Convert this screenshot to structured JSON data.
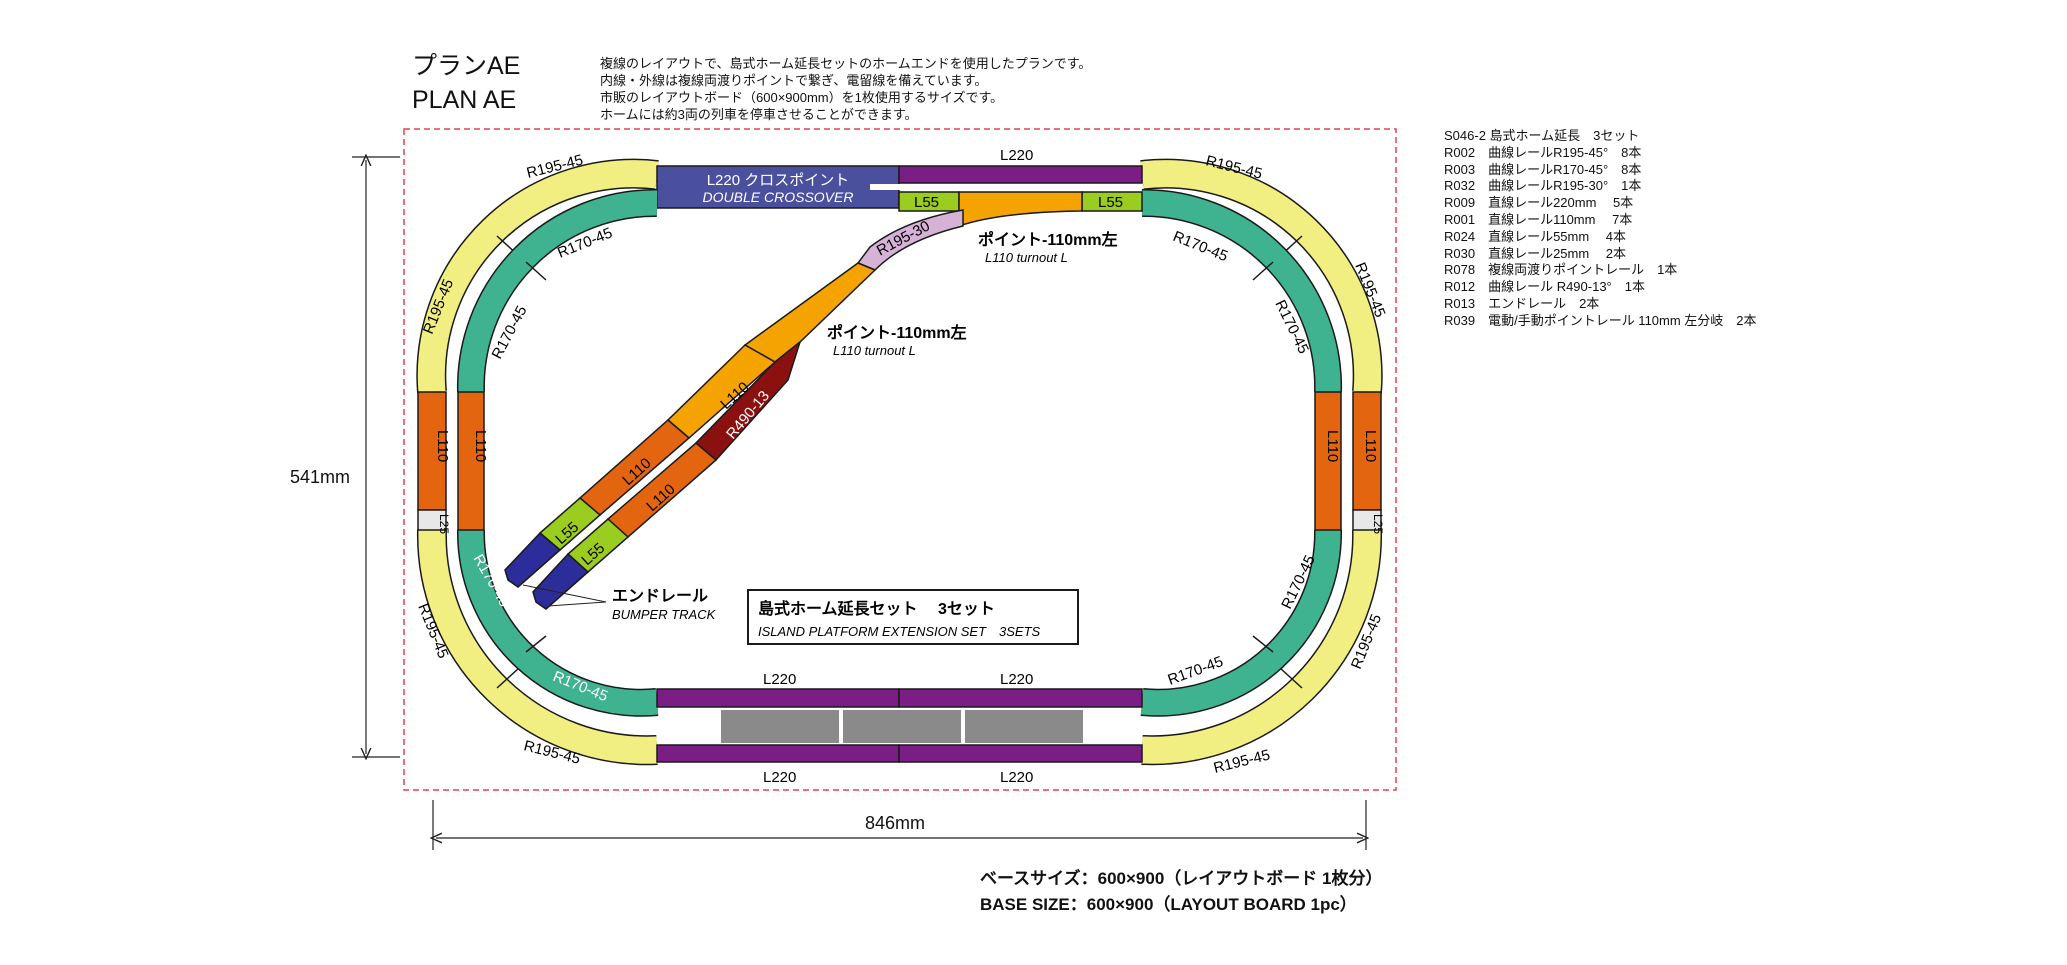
{
  "title": {
    "jp": "プランAE",
    "en": "PLAN  AE"
  },
  "description": [
    "複線のレイアウトで、島式ホーム延長セットのホームエンドを使用したプランです。",
    "内線・外線は複線両渡りポイントで繋ぎ、電留線を備えています。",
    "市販のレイアウトボード（600×900mm）を1枚使用するサイズです。",
    "ホームには約3両の列車を停車させることができます。"
  ],
  "parts_list": [
    "S046-2 島式ホーム延長　3セット",
    "R002　曲線レールR195-45°　8本",
    "R003　曲線レールR170-45°　8本",
    "R032　曲線レールR195-30°　1本",
    "R009　直線レール220mm　 5本",
    "R001　直線レール110mm　 7本",
    "R024　直線レール55mm　 4本",
    "R030　直線レール25mm　 2本",
    "R078　複線両渡りポイントレール　1本",
    "R012　曲線レール R490-13°　1本",
    "R013　エンドレール　2本",
    "R039　電動/手動ポイントレール 110mm 左分岐　2本"
  ],
  "dimensions": {
    "height": "541mm",
    "width": "846mm"
  },
  "base_size": {
    "jp": "ベースサイズ：600×900（レイアウトボード 1枚分）",
    "en": "BASE SIZE：600×900（LAYOUT BOARD 1pc）"
  },
  "labels": {
    "crossover_jp": "L220 クロスポイント",
    "crossover_en": "DOUBLE CROSSOVER",
    "turnout1_jp": "ポイント-110mm左",
    "turnout1_en": "L110 turnout L",
    "turnout2_jp": "ポイント-110mm左",
    "turnout2_en": "L110 turnout L",
    "bumper_jp": "エンドレール",
    "bumper_en": "BUMPER TRACK",
    "platform_jp": "島式ホーム延長セット　 3セット",
    "platform_en": "ISLAND PLATFORM EXTENSION SET　3SETS",
    "r195_45": "R195-45",
    "r170_45": "R170-45",
    "r195_30": "R195-30",
    "r490_13": "R490-13",
    "l220": "L220",
    "l110": "L110",
    "l55": "L55",
    "l25": "L25"
  },
  "colors": {
    "r195": "#f2ef82",
    "r170": "#3fb28f",
    "l220": "#7a1d84",
    "l110": "#e4650f",
    "l55": "#9acd1f",
    "l25": "#e8e8e8",
    "crossover": "#4a4f9e",
    "turnout": "#f5a300",
    "r195_30": "#d6b2d6",
    "r490": "#8b1111",
    "bumper": "#2c2c9a",
    "platform": "#8a8a8a",
    "boundary": "#e6404d"
  }
}
